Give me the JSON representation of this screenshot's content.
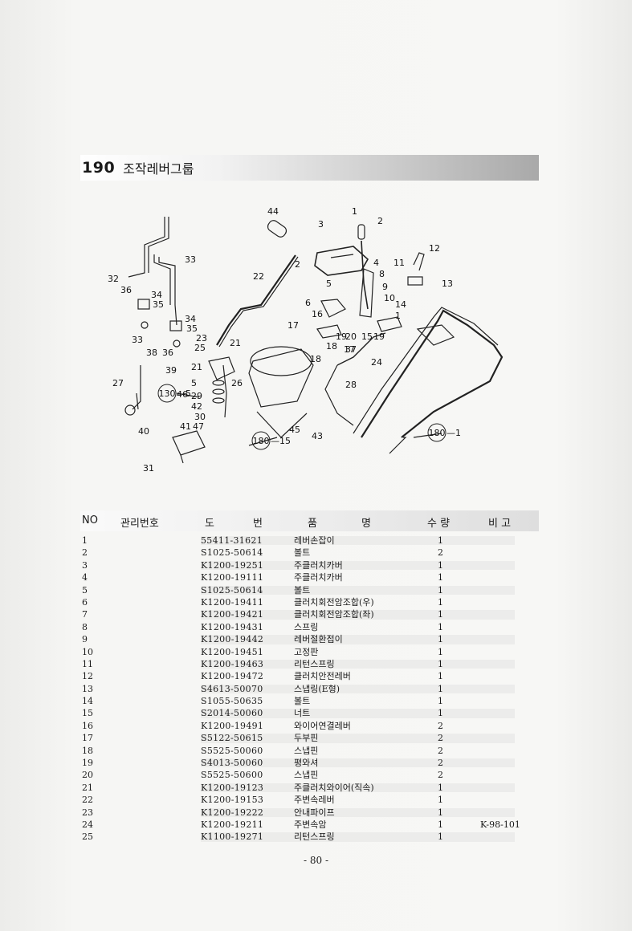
{
  "section": {
    "number": "190",
    "title": "조작레버그룹"
  },
  "diagram": {
    "callouts": [
      "44",
      "1",
      "2",
      "3",
      "12",
      "33",
      "4",
      "11",
      "32",
      "2",
      "22",
      "8",
      "13",
      "36",
      "34",
      "5",
      "9",
      "35",
      "6",
      "10",
      "14",
      "16",
      "34",
      "17",
      "19",
      "20",
      "15",
      "19",
      "1",
      "33",
      "35",
      "18",
      "37",
      "38",
      "36",
      "23",
      "25",
      "21",
      "18",
      "17",
      "24",
      "21",
      "39",
      "27",
      "5",
      "46",
      "28",
      "29",
      "26",
      "42",
      "30",
      "40",
      "41",
      "47",
      "45",
      "43",
      "31"
    ],
    "refs": [
      {
        "label": "130",
        "suffix": "—5"
      },
      {
        "label": "180",
        "suffix": "—15"
      },
      {
        "label": "180",
        "suffix": "—1"
      }
    ]
  },
  "table": {
    "headers": {
      "no": "NO",
      "mgmt": "관리번호",
      "part_a": "도",
      "part_b": "번",
      "name_a": "품",
      "name_b": "명",
      "qty": "수 량",
      "note": "비 고"
    },
    "rows": [
      {
        "no": "1",
        "part": "55411-31621",
        "name": "레버손잡이",
        "qty": "1",
        "note": ""
      },
      {
        "no": "2",
        "part": "S1025-50614",
        "name": "볼트",
        "qty": "2",
        "note": ""
      },
      {
        "no": "3",
        "part": "K1200-19251",
        "name": "주클러치카버",
        "qty": "1",
        "note": ""
      },
      {
        "no": "4",
        "part": "K1200-19111",
        "name": "주클러치카버",
        "qty": "1",
        "note": ""
      },
      {
        "no": "5",
        "part": "S1025-50614",
        "name": "볼트",
        "qty": "1",
        "note": ""
      },
      {
        "no": "6",
        "part": "K1200-19411",
        "name": "클러치회전암조합(우)",
        "qty": "1",
        "note": ""
      },
      {
        "no": "7",
        "part": "K1200-19421",
        "name": "클러치회전암조합(좌)",
        "qty": "1",
        "note": ""
      },
      {
        "no": "8",
        "part": "K1200-19431",
        "name": "스프링",
        "qty": "1",
        "note": ""
      },
      {
        "no": "9",
        "part": "K1200-19442",
        "name": "레버절환접이",
        "qty": "1",
        "note": ""
      },
      {
        "no": "10",
        "part": "K1200-19451",
        "name": "고정판",
        "qty": "1",
        "note": ""
      },
      {
        "no": "11",
        "part": "K1200-19463",
        "name": "리턴스프링",
        "qty": "1",
        "note": ""
      },
      {
        "no": "12",
        "part": "K1200-19472",
        "name": "클러치안전레버",
        "qty": "1",
        "note": ""
      },
      {
        "no": "13",
        "part": "S4613-50070",
        "name": "스냅링(E형)",
        "qty": "1",
        "note": ""
      },
      {
        "no": "14",
        "part": "S1055-50635",
        "name": "볼트",
        "qty": "1",
        "note": ""
      },
      {
        "no": "15",
        "part": "S2014-50060",
        "name": "너트",
        "qty": "1",
        "note": ""
      },
      {
        "no": "16",
        "part": "K1200-19491",
        "name": "와이어연결레버",
        "qty": "2",
        "note": ""
      },
      {
        "no": "17",
        "part": "S5122-50615",
        "name": "두부핀",
        "qty": "2",
        "note": ""
      },
      {
        "no": "18",
        "part": "S5525-50060",
        "name": "스냅핀",
        "qty": "2",
        "note": ""
      },
      {
        "no": "19",
        "part": "S4013-50060",
        "name": "평와셔",
        "qty": "2",
        "note": ""
      },
      {
        "no": "20",
        "part": "S5525-50600",
        "name": "스냅핀",
        "qty": "2",
        "note": ""
      },
      {
        "no": "21",
        "part": "K1200-19123",
        "name": "주클러치와이어(직속)",
        "qty": "1",
        "note": ""
      },
      {
        "no": "22",
        "part": "K1200-19153",
        "name": "주변속레버",
        "qty": "1",
        "note": ""
      },
      {
        "no": "23",
        "part": "K1200-19222",
        "name": "안내파이프",
        "qty": "1",
        "note": ""
      },
      {
        "no": "24",
        "part": "K1200-19211",
        "name": "주변속암",
        "qty": "1",
        "note": "K-98-101"
      },
      {
        "no": "25",
        "part": "K1100-19271",
        "name": "리턴스프링",
        "qty": "1",
        "note": ""
      }
    ]
  },
  "page_number": "- 80 -"
}
